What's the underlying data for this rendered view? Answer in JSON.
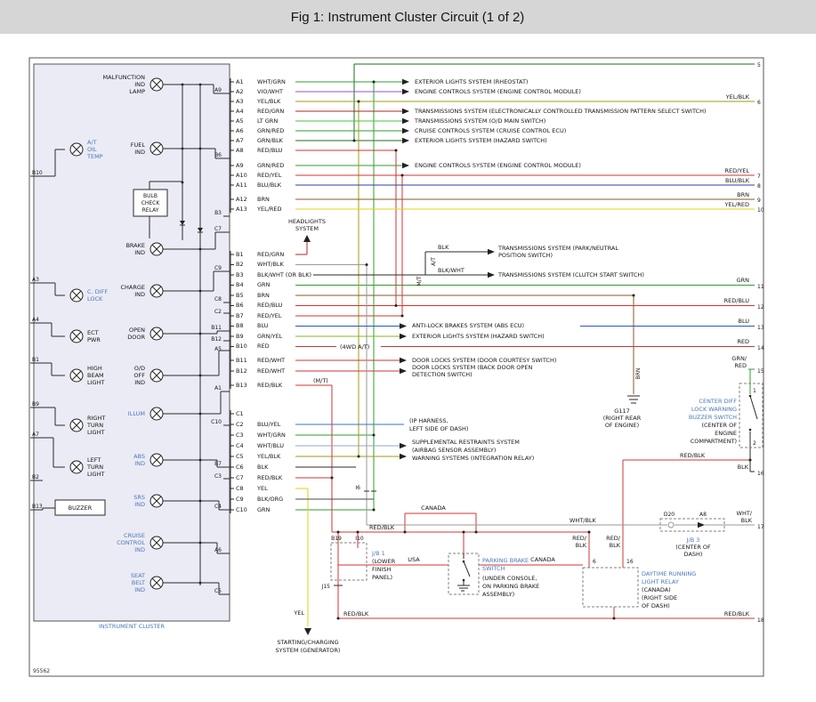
{
  "title": "Fig 1: Instrument Cluster Circuit (1 of 2)",
  "stamp": "95562",
  "palette": {
    "titlebar_bg": "#d6d6d6",
    "title_text": "#8b2323",
    "component_label": "#4a78b8",
    "cluster_fill": "#ebebf5"
  },
  "cluster": {
    "name": "INSTRUMENT CLUSTER",
    "relay": [
      "BULB",
      "CHECK",
      "RELAY"
    ],
    "buzzer": "BUZZER",
    "malfunction": [
      "MALFUNCTION",
      "IND",
      "LAMP"
    ],
    "fuel": [
      "FUEL",
      "IND"
    ],
    "at_oil": [
      "A/T",
      "OIL",
      "TEMP"
    ],
    "brake": [
      "BRAKE",
      "IND"
    ],
    "charge": [
      "CHARGE",
      "IND"
    ],
    "c_diff": [
      "C. DIFF",
      "LOCK"
    ],
    "open_door": [
      "OPEN",
      "DOOR"
    ],
    "ect": [
      "ECT",
      "PWR"
    ],
    "od_off": [
      "O/D",
      "OFF",
      "IND"
    ],
    "high_beam": [
      "HIGH",
      "BEAM",
      "LIGHT"
    ],
    "illum": "ILLUM",
    "right_turn": [
      "RIGHT",
      "TURN",
      "LIGHT"
    ],
    "abs": [
      "ABS",
      "IND"
    ],
    "left_turn": [
      "LEFT",
      "TURN",
      "LIGHT"
    ],
    "srs": [
      "SRS",
      "IND"
    ],
    "cruise": [
      "CRUISE",
      "CONTROL",
      "IND"
    ],
    "seat_belt": [
      "SEAT",
      "BELT",
      "IND"
    ],
    "pins_left": [
      "B10",
      "A3",
      "A4",
      "B1",
      "B9",
      "A7",
      "B2",
      "B13"
    ],
    "pins_right": [
      "A9",
      "B6",
      "B3",
      "C7",
      "C9",
      "C8",
      "C2",
      "B11",
      "B12",
      "A5",
      "A1",
      "C10",
      "B7",
      "C3",
      "C4",
      "A6",
      "C5"
    ]
  },
  "connA": [
    {
      "pin": "A1",
      "color": "WHT/GRN",
      "dest": "EXTERIOR LIGHTS SYSTEM (RHEOSTAT)"
    },
    {
      "pin": "A2",
      "color": "VIO/WHT",
      "dest": "ENGINE CONTROLS SYSTEM (ENGINE CONTROL MODULE)"
    },
    {
      "pin": "A3",
      "color": "YEL/BLK"
    },
    {
      "pin": "A4",
      "color": "RED/GRN",
      "dest": "TRANSMISSIONS SYSTEM (ELECTRONICALLY CONTROLLED TRANSMISSION PATTERN SELECT SWITCH)"
    },
    {
      "pin": "A5",
      "color": "LT GRN",
      "dest": "TRANSMISSIONS SYSTEM (O/D MAIN SWITCH)"
    },
    {
      "pin": "A6",
      "color": "GRN/RED",
      "dest": "CRUISE CONTROLS SYSTEM (CRUISE CONTROL ECU)"
    },
    {
      "pin": "A7",
      "color": "GRN/BLK",
      "dest": "EXTERIOR LIGHTS SYSTEM (HAZARD SWITCH)"
    },
    {
      "pin": "A8",
      "color": "RED/BLU"
    },
    {
      "pin": "A9",
      "color": "GRN/RED",
      "dest": "ENGINE CONTROLS SYSTEM (ENGINE CONTROL MODULE)"
    },
    {
      "pin": "A10",
      "color": "RED/YEL"
    },
    {
      "pin": "A11",
      "color": "BLU/BLK"
    },
    {
      "pin": "A12",
      "color": "BRN"
    },
    {
      "pin": "A13",
      "color": "YEL/RED"
    }
  ],
  "connB": [
    {
      "pin": "B1",
      "color": "RED/GRN"
    },
    {
      "pin": "B2",
      "color": "WHT/BLK"
    },
    {
      "pin": "B3",
      "color": "BLK/WHT (OR BLK)"
    },
    {
      "pin": "B4",
      "color": "GRN"
    },
    {
      "pin": "B5",
      "color": "BRN"
    },
    {
      "pin": "B6",
      "color": "RED/BLU"
    },
    {
      "pin": "B7",
      "color": "RED/YEL"
    },
    {
      "pin": "B8",
      "color": "BLU",
      "dest": "ANTI-LOCK BRAKES SYSTEM (ABS ECU)"
    },
    {
      "pin": "B9",
      "color": "GRN/YEL",
      "dest": "EXTERIOR LIGHTS SYSTEM (HAZARD SWITCH)"
    },
    {
      "pin": "B10",
      "color": "RED",
      "note": "(4WD A/T)"
    },
    {
      "pin": "B11",
      "color": "RED/WHT",
      "dest": "DOOR LOCKS SYSTEM (DOOR COURTESY SWITCH)"
    },
    {
      "pin": "B12",
      "color": "RED/WHT",
      "dest1": "DOOR LOCKS SYSTEM (BACK DOOR OPEN",
      "dest2": "DETECTION SWITCH)"
    },
    {
      "pin": "B13",
      "color": "RED/BLK",
      "note": "(M/T)"
    }
  ],
  "connC": [
    {
      "pin": "C1",
      "color": ""
    },
    {
      "pin": "C2",
      "color": "BLU/YEL",
      "dest1": "(IP HARNESS,",
      "dest2": "LEFT SIDE OF DASH)"
    },
    {
      "pin": "C3",
      "color": "WHT/GRN"
    },
    {
      "pin": "C4",
      "color": "WHT/BLU",
      "dest1": "SUPPLEMENTAL RESTRAINTS SYSTEM",
      "dest2": "(AIRBAG SENSOR ASSEMBLY)"
    },
    {
      "pin": "C5",
      "color": "YEL/BLK",
      "dest": "WARNING SYSTEMS (INTEGRATION RELAY)"
    },
    {
      "pin": "C6",
      "color": "BLK"
    },
    {
      "pin": "C7",
      "color": "RED/BLK"
    },
    {
      "pin": "C8",
      "color": "YEL"
    },
    {
      "pin": "C9",
      "color": "BLK/ORG"
    },
    {
      "pin": "C10",
      "color": "GRN"
    }
  ],
  "headlights": [
    "HEADLIGHTS",
    "SYSTEM"
  ],
  "b3_branch": {
    "top_color": "BLK",
    "top_tag": "A/T",
    "top_dest1": "TRANSMISSIONS SYSTEM (PARK/NEUTRAL",
    "top_dest2": "POSITION SWITCH)",
    "bot_color": "BLK/WHT",
    "bot_tag": "M/T",
    "bot_dest": "TRANSMISSIONS SYSTEM (CLUTCH START SWITCH)"
  },
  "edge": {
    "n5": "5",
    "n6": "6",
    "n7": "7",
    "n8": "8",
    "n9": "9",
    "n10": "10",
    "n11": "11",
    "n12": "12",
    "n13": "13",
    "n14": "14",
    "n15": "15",
    "n16": "16",
    "n17": "17",
    "n18": "18",
    "l6": "YEL/BLK",
    "l7": "RED/YEL",
    "l8": "BLU/BLK",
    "l9": "BRN",
    "l10": "YEL/RED",
    "l11": "GRN",
    "l12": "RED/BLU",
    "l13": "BLU",
    "l14": "RED",
    "l15a": "GRN/",
    "l15b": "RED",
    "l16": "BLK",
    "l17a": "WHT/",
    "l17b": "BLK",
    "l18": "RED/BLK"
  },
  "g117": {
    "name": "G117",
    "loc1": "(RIGHT REAR",
    "loc2": "OF ENGINE)",
    "wire": "BRN"
  },
  "cdiff_switch": {
    "name1": "CENTER DIFF",
    "name2": "LOCK WARNING",
    "name3": "BUZZER SWITCH",
    "loc1": "(CENTER OF",
    "loc2": "ENGINE",
    "loc3": "COMPARTMENT)",
    "pin1": "1",
    "pin2": "2",
    "wire_out": "RED/BLK"
  },
  "jb3": {
    "name": "J/B 3",
    "loc1": "(CENTER OF",
    "loc2": "DASH)",
    "d20": "D20",
    "a8": "A8",
    "wire": "WHT/BLK"
  },
  "jb1": {
    "name": "J/B 1",
    "loc1": "(LOWER",
    "loc2": "FINISH",
    "loc3": "PANEL)",
    "pin_b19": "B19",
    "pin_i10": "I10",
    "pin_j15": "J15"
  },
  "i6": "I6",
  "regions": {
    "canada_bypass": "CANADA",
    "usa": "USA",
    "canada": "CANADA"
  },
  "parking_brake": {
    "name1": "PARKING BRAKE",
    "name2": "SWITCH",
    "loc1": "(UNDER CONSOLE,",
    "loc2": "ON PARKING BRAKE",
    "loc3": "ASSEMBLY)"
  },
  "drl": {
    "name1": "DAYTIME RUNNING",
    "name2": "LIGHT RELAY",
    "loc1": "(CANADA)",
    "loc2": "(RIGHT SIDE",
    "loc3": "OF DASH)",
    "wl1": "RED/",
    "wl2": "BLK",
    "wl_tag": "6",
    "wr1": "RED/",
    "wr2": "BLK",
    "wr_tag": "16"
  },
  "bottom": {
    "yel": "YEL",
    "redblk_line": "RED/BLK",
    "redblk_left": "RED/BLK",
    "gen1": "STARTING/CHARGING",
    "gen2": "SYSTEM (GENERATOR)"
  }
}
